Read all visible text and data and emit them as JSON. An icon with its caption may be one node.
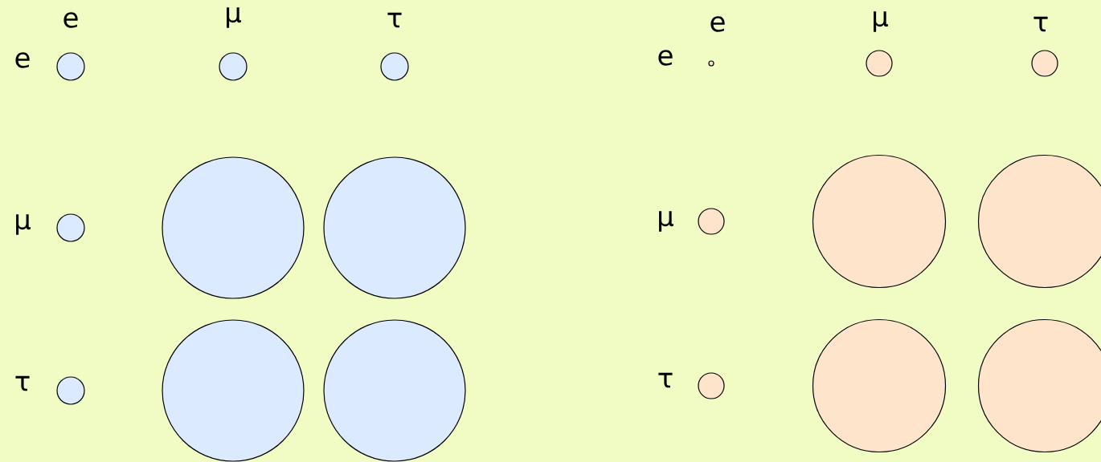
{
  "diagram": {
    "nodes": [
      {
        "text": [],
        "shape": "circle"
      },
      {
        "text": [],
        "shape": "circle"
      },
      {
        "text": [],
        "shape": "circle"
      },
      {
        "text": [],
        "shape": "circle"
      },
      {
        "text": [],
        "shape": "circle"
      },
      {
        "text": [],
        "shape": "circle"
      },
      {
        "text": [],
        "shape": "circle"
      },
      {
        "text": [],
        "shape": "circle"
      },
      {
        "text": [],
        "shape": "circle"
      },
      {
        "text": [],
        "shape": "circle"
      },
      {
        "text": [],
        "shape": "circle"
      },
      {
        "text": [],
        "shape": "circle"
      },
      {
        "text": [],
        "shape": "circle"
      },
      {
        "text": [],
        "shape": "circle"
      },
      {
        "text": [],
        "shape": "circle"
      },
      {
        "text": [],
        "shape": "circle"
      },
      {
        "text": [],
        "shape": "circle"
      },
      {
        "text": [],
        "shape": "circle"
      }
    ],
    "labels": [
      "e",
      "μ",
      "τ",
      "e",
      "μ",
      "τ",
      "e",
      "e",
      "μ",
      "μ",
      "τ",
      "τ"
    ]
  }
}
